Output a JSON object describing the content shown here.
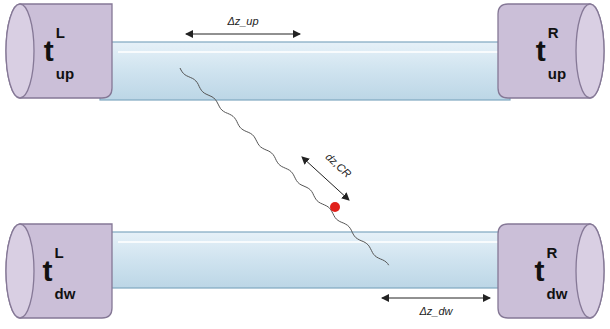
{
  "diagram": {
    "nodes": [
      {
        "text": [
          "t",
          "L",
          "up"
        ]
      },
      {
        "text": [
          "t",
          "R",
          "up"
        ]
      },
      {
        "text": [
          "t",
          "L",
          "dw"
        ]
      },
      {
        "text": [
          "t",
          "R",
          "dw"
        ]
      }
    ],
    "labels": [
      "Δz_up",
      "dz,CR",
      "Δz_dw"
    ]
  }
}
